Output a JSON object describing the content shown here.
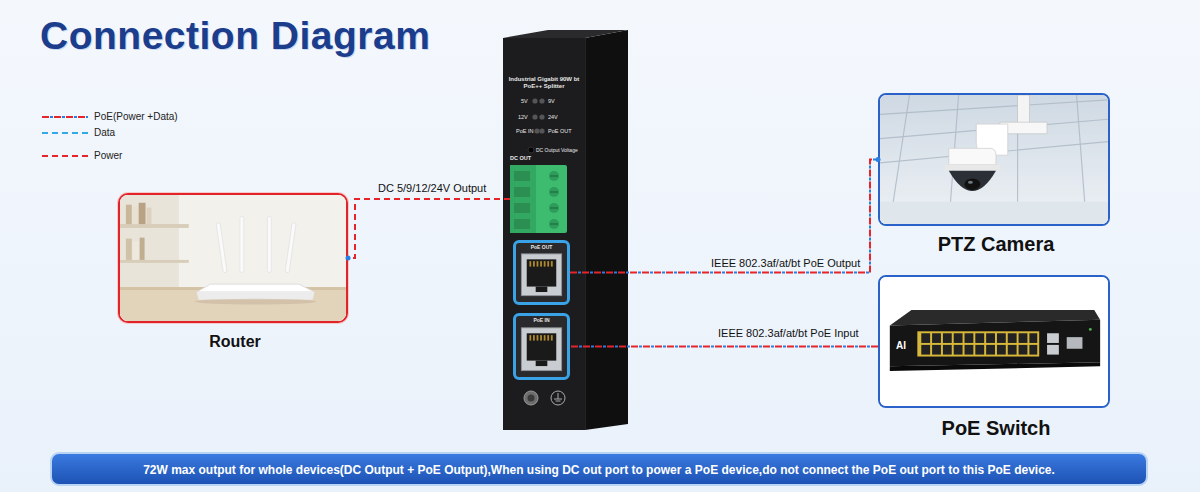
{
  "diagram": {
    "title": "Connection Diagram",
    "caption": "72W max output for whole devices(DC Output + PoE Output),When using DC out port to power a PoE device,do not connect the PoE out port to this PoE device.",
    "nodes": [
      {
        "text": [
          "Router"
        ]
      },
      {
        "text": [
          "Industrial Gigabit 90W bt PoE++ Splitter"
        ]
      },
      {
        "text": [
          "DC OUT"
        ],
        "in": 1
      },
      {
        "text": [
          "PoE OUT"
        ],
        "in": 1
      },
      {
        "text": [
          "PoE IN"
        ],
        "in": 1
      },
      {
        "text": [
          "PTZ Camera"
        ]
      },
      {
        "text": [
          "PoE Switch"
        ]
      }
    ],
    "edges": [
      {
        "from": 2,
        "to": 0,
        "label": "DC 5/9/12/24V Output",
        "arrow": "none"
      },
      {
        "from": 3,
        "to": 5,
        "label": "IEEE 802.3af/at/bt PoE Output",
        "arrow": "none"
      },
      {
        "from": 6,
        "to": 4,
        "label": "IEEE 802.3af/at/bt PoE Input",
        "arrow": "none"
      }
    ],
    "labels": [
      "5V",
      "9V",
      "12V",
      "24V",
      "PoE IN",
      "PoE OUT",
      "DC Output Voltage",
      "AI"
    ],
    "legend": [
      {
        "text": "PoE(Power +Data)"
      },
      {
        "text": "Data"
      },
      {
        "text": "Power"
      }
    ]
  }
}
